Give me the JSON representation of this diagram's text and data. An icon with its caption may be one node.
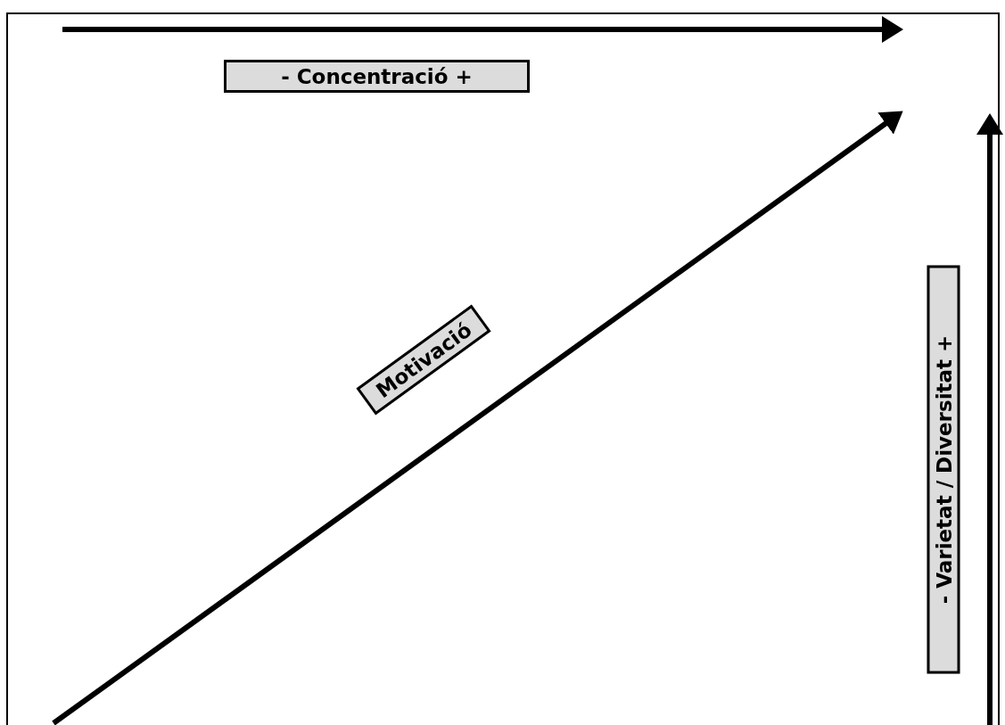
{
  "diagram": {
    "nodes": [
      {
        "text": [
          "- Concentració +"
        ]
      },
      {
        "text": [
          "Motivació"
        ]
      },
      {
        "text": [
          "- Varietat / Diversitat +"
        ]
      }
    ]
  }
}
